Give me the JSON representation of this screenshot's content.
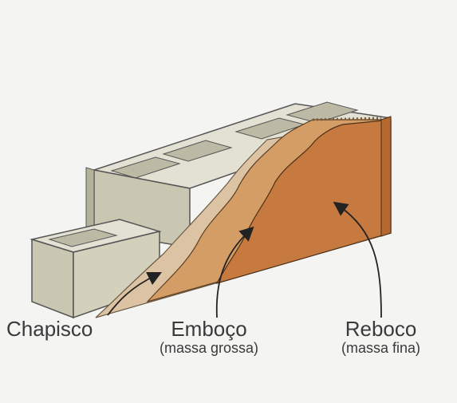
{
  "labels": {
    "chapisco": {
      "title": "Chapisco"
    },
    "emboco": {
      "title": "Emboço",
      "subtitle": "(massa grossa)"
    },
    "reboco": {
      "title": "Reboco",
      "subtitle": "(massa fina)"
    }
  },
  "colors": {
    "background": "#f4f4f2",
    "block_face": "#c9c6b1",
    "block_top": "#e3e1d3",
    "block_side": "#b5b29b",
    "chapisco": "#dcc3a3",
    "emboco": "#d49d65",
    "reboco": "#c77a3f",
    "reboco_dark": "#b5682f",
    "outline": "#3a3a3a"
  },
  "icons": [
    "arrow-icon"
  ]
}
